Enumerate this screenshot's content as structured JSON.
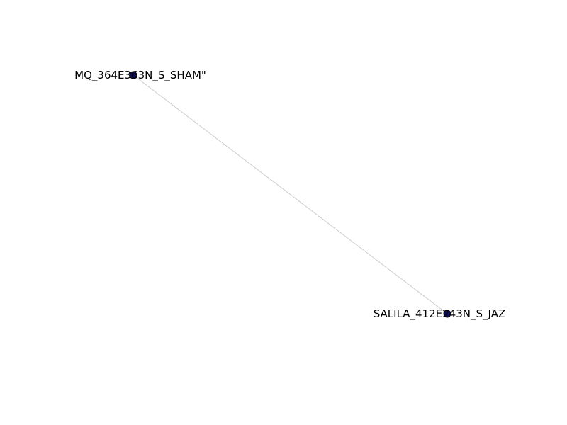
{
  "graph": {
    "nodes": [
      {
        "id": "n1",
        "label": "MQ_364E363N_S_SHAM\""
      },
      {
        "id": "n2",
        "label": "SALILA_412E243N_S_JAZ"
      }
    ],
    "edges": [
      {
        "source": "n1",
        "target": "n2"
      }
    ]
  },
  "colors": {
    "node_fill": "#0b0b5c",
    "node_stroke": "#000000",
    "edge": "#cccccc",
    "label": "#000000",
    "background": "#ffffff"
  }
}
